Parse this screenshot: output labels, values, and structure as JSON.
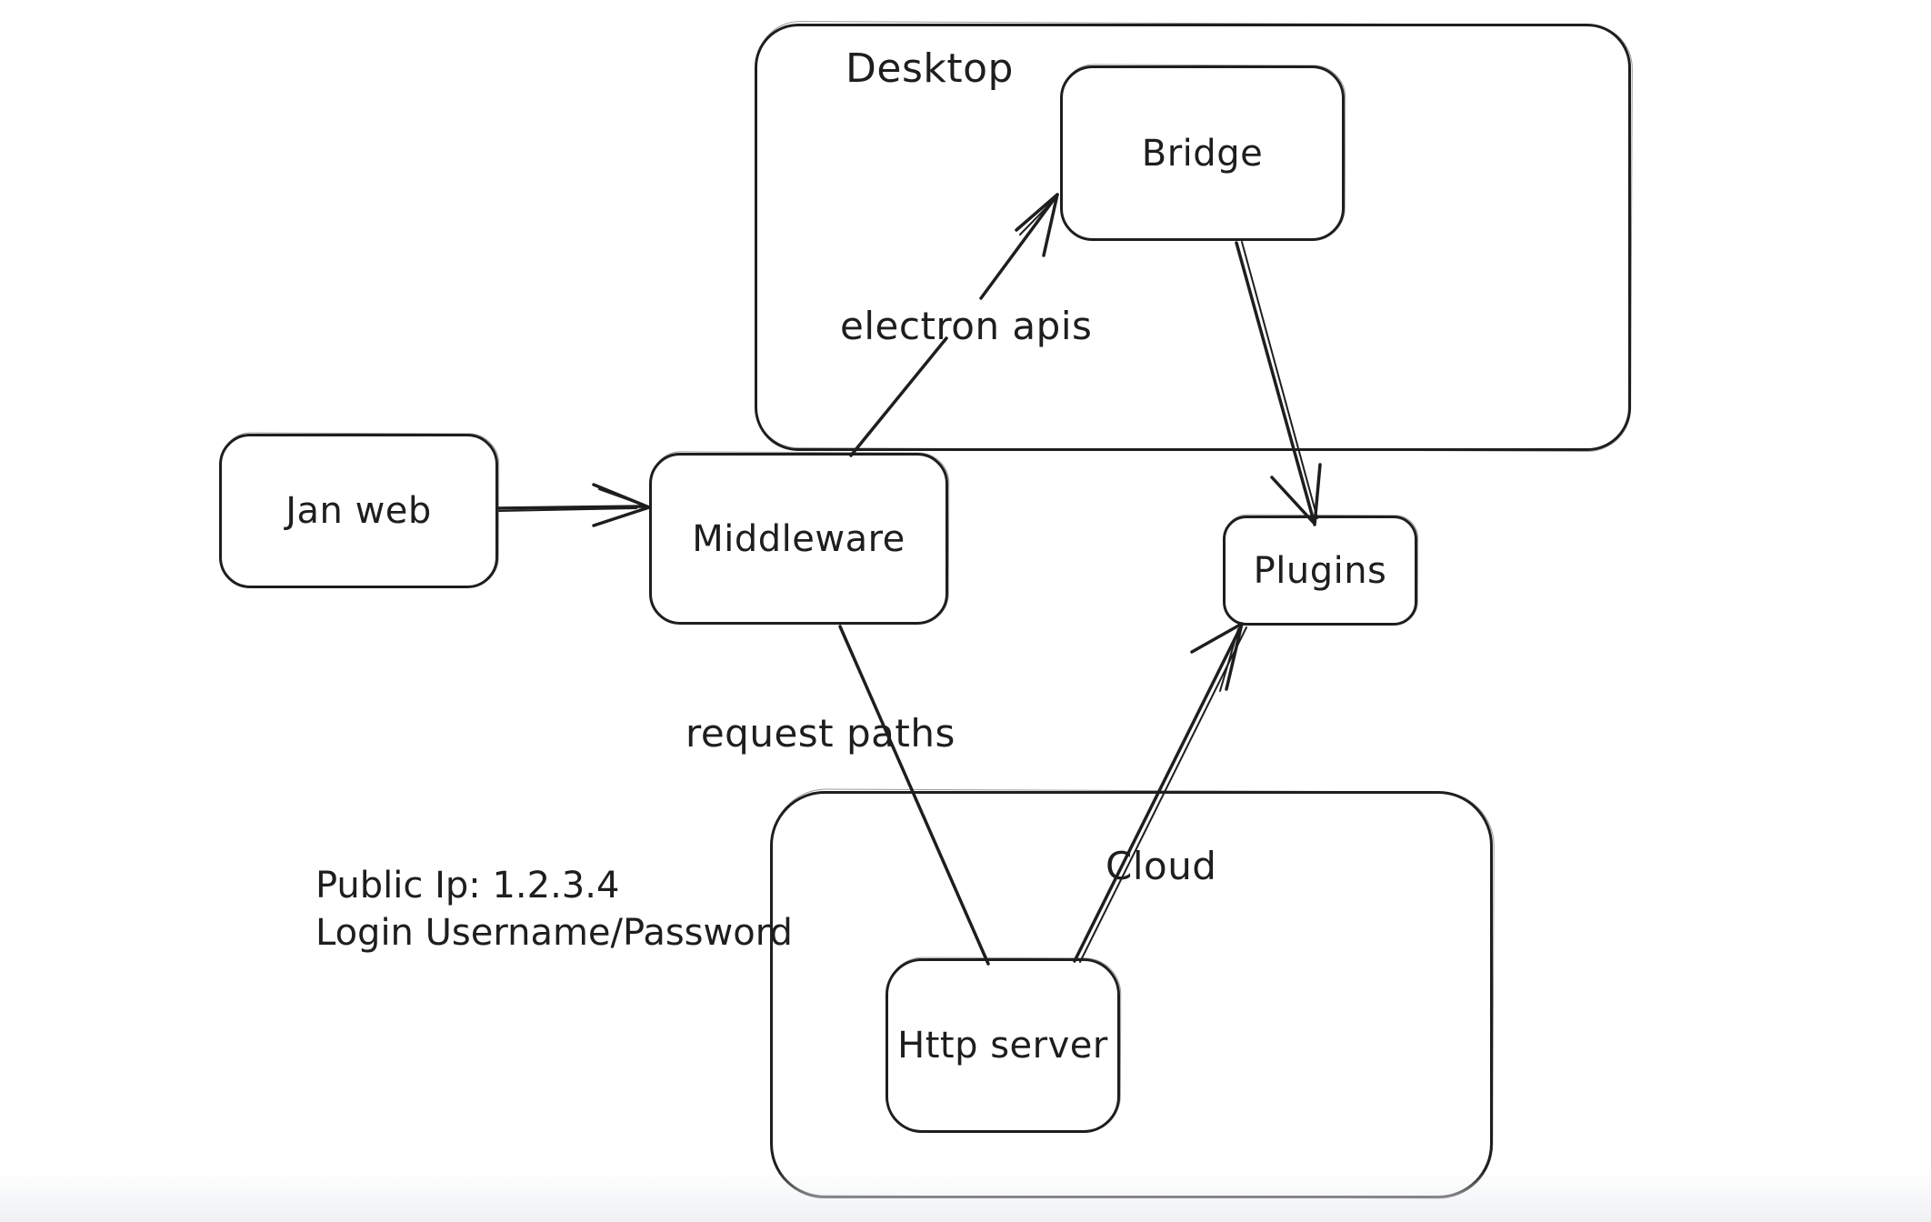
{
  "app": {
    "background_color": "#ffffff",
    "stroke_color": "#1e1e1e",
    "bottom_fade_color": "#eef0f2"
  },
  "containers": {
    "desktop": {
      "label": "Desktop"
    },
    "cloud": {
      "label": "Cloud"
    }
  },
  "nodes": {
    "jan_web": {
      "label": "Jan web"
    },
    "middleware": {
      "label": "Middleware"
    },
    "bridge": {
      "label": "Bridge"
    },
    "plugins": {
      "label": "Plugins"
    },
    "http_server": {
      "label": "Http server"
    }
  },
  "annotations": {
    "electron_apis": {
      "label": "electron apis"
    },
    "request_paths": {
      "label": "request paths"
    },
    "note_line1": {
      "label": "Public Ip: 1.2.3.4"
    },
    "note_line2": {
      "label": "Login Username/Password"
    }
  },
  "arrows": [
    {
      "id": "jan-web-to-middleware",
      "from": "Jan web",
      "to": "Middleware",
      "label": ""
    },
    {
      "id": "middleware-to-bridge",
      "from": "Middleware",
      "to": "Bridge",
      "label": "electron apis"
    },
    {
      "id": "bridge-to-plugins",
      "from": "Bridge",
      "to": "Plugins",
      "label": ""
    },
    {
      "id": "middleware-to-http-server",
      "from": "Middleware",
      "to": "Http server",
      "label": "request paths"
    },
    {
      "id": "http-server-to-plugins",
      "from": "Http server",
      "to": "Plugins",
      "label": ""
    }
  ]
}
